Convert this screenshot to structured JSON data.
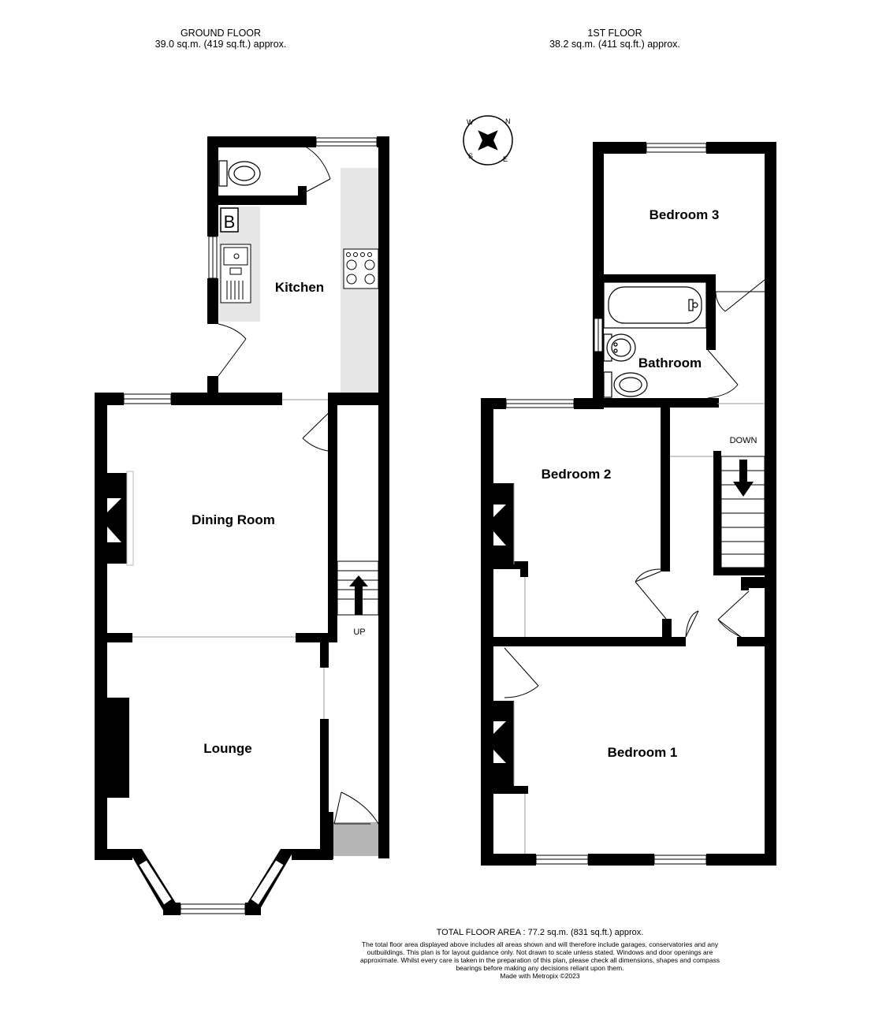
{
  "floors": {
    "ground": {
      "title": "GROUND FLOOR",
      "area": "39.0 sq.m. (419 sq.ft.) approx.",
      "rooms": {
        "kitchen": "Kitchen",
        "dining": "Dining Room",
        "lounge": "Lounge"
      },
      "boiler": "B",
      "stairs": "UP"
    },
    "first": {
      "title": "1ST FLOOR",
      "area": "38.2 sq.m. (411 sq.ft.) approx.",
      "rooms": {
        "bed3": "Bedroom 3",
        "bath": "Bathroom",
        "bed2": "Bedroom 2",
        "bed1": "Bedroom 1"
      },
      "stairs": "DOWN"
    }
  },
  "compass": {
    "n": "N",
    "e": "E",
    "s": "S",
    "w": "W"
  },
  "footer": {
    "total": "TOTAL FLOOR AREA : 77.2 sq.m. (831 sq.ft.) approx.",
    "disclaimer": "The total floor area displayed above includes all areas shown and will therefore include garages, conservatories and any outbuildings. This plan is for layout guidance only. Not drawn to scale unless stated. Windows and door openings are approximate. Whilst every care is taken in the preparation of this plan, please check all dimensions, shapes and compass bearings before making any decisions reliant upon them.",
    "credit": "Made with Metropix ©2023"
  }
}
